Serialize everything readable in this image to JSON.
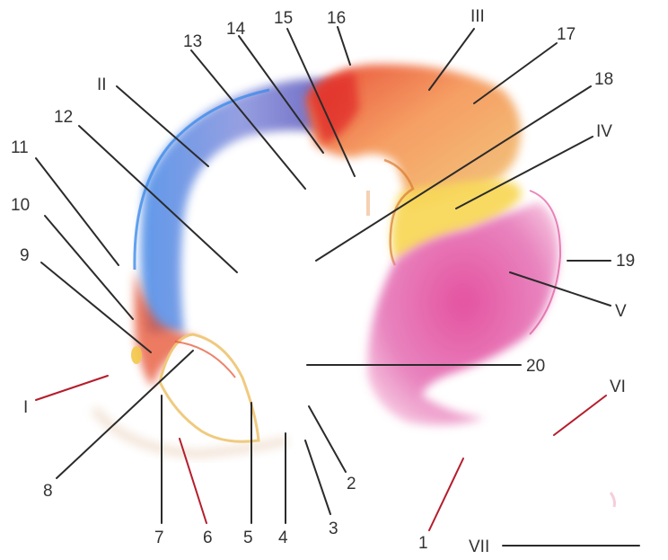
{
  "labels": {
    "I": "I",
    "II": "II",
    "III": "III",
    "IV": "IV",
    "V": "V",
    "VI": "VI",
    "VII": "VII",
    "n1": "1",
    "n2": "2",
    "n3": "3",
    "n4": "4",
    "n5": "5",
    "n6": "6",
    "n7": "7",
    "n8": "8",
    "n9": "9",
    "n10": "10",
    "n11": "11",
    "n12": "12",
    "n13": "13",
    "n14": "14",
    "n15": "15",
    "n16": "16",
    "n17": "17",
    "n18": "18",
    "n19": "19",
    "n20": "20"
  },
  "colors": {
    "blue_region": "#7d8fe0",
    "red_region": "#ee5a3a",
    "yellow_region": "#f7d45e",
    "magenta_region": "#e2449e",
    "leader_dark": "#2b2b2b",
    "leader_red": "#b51d2c"
  }
}
